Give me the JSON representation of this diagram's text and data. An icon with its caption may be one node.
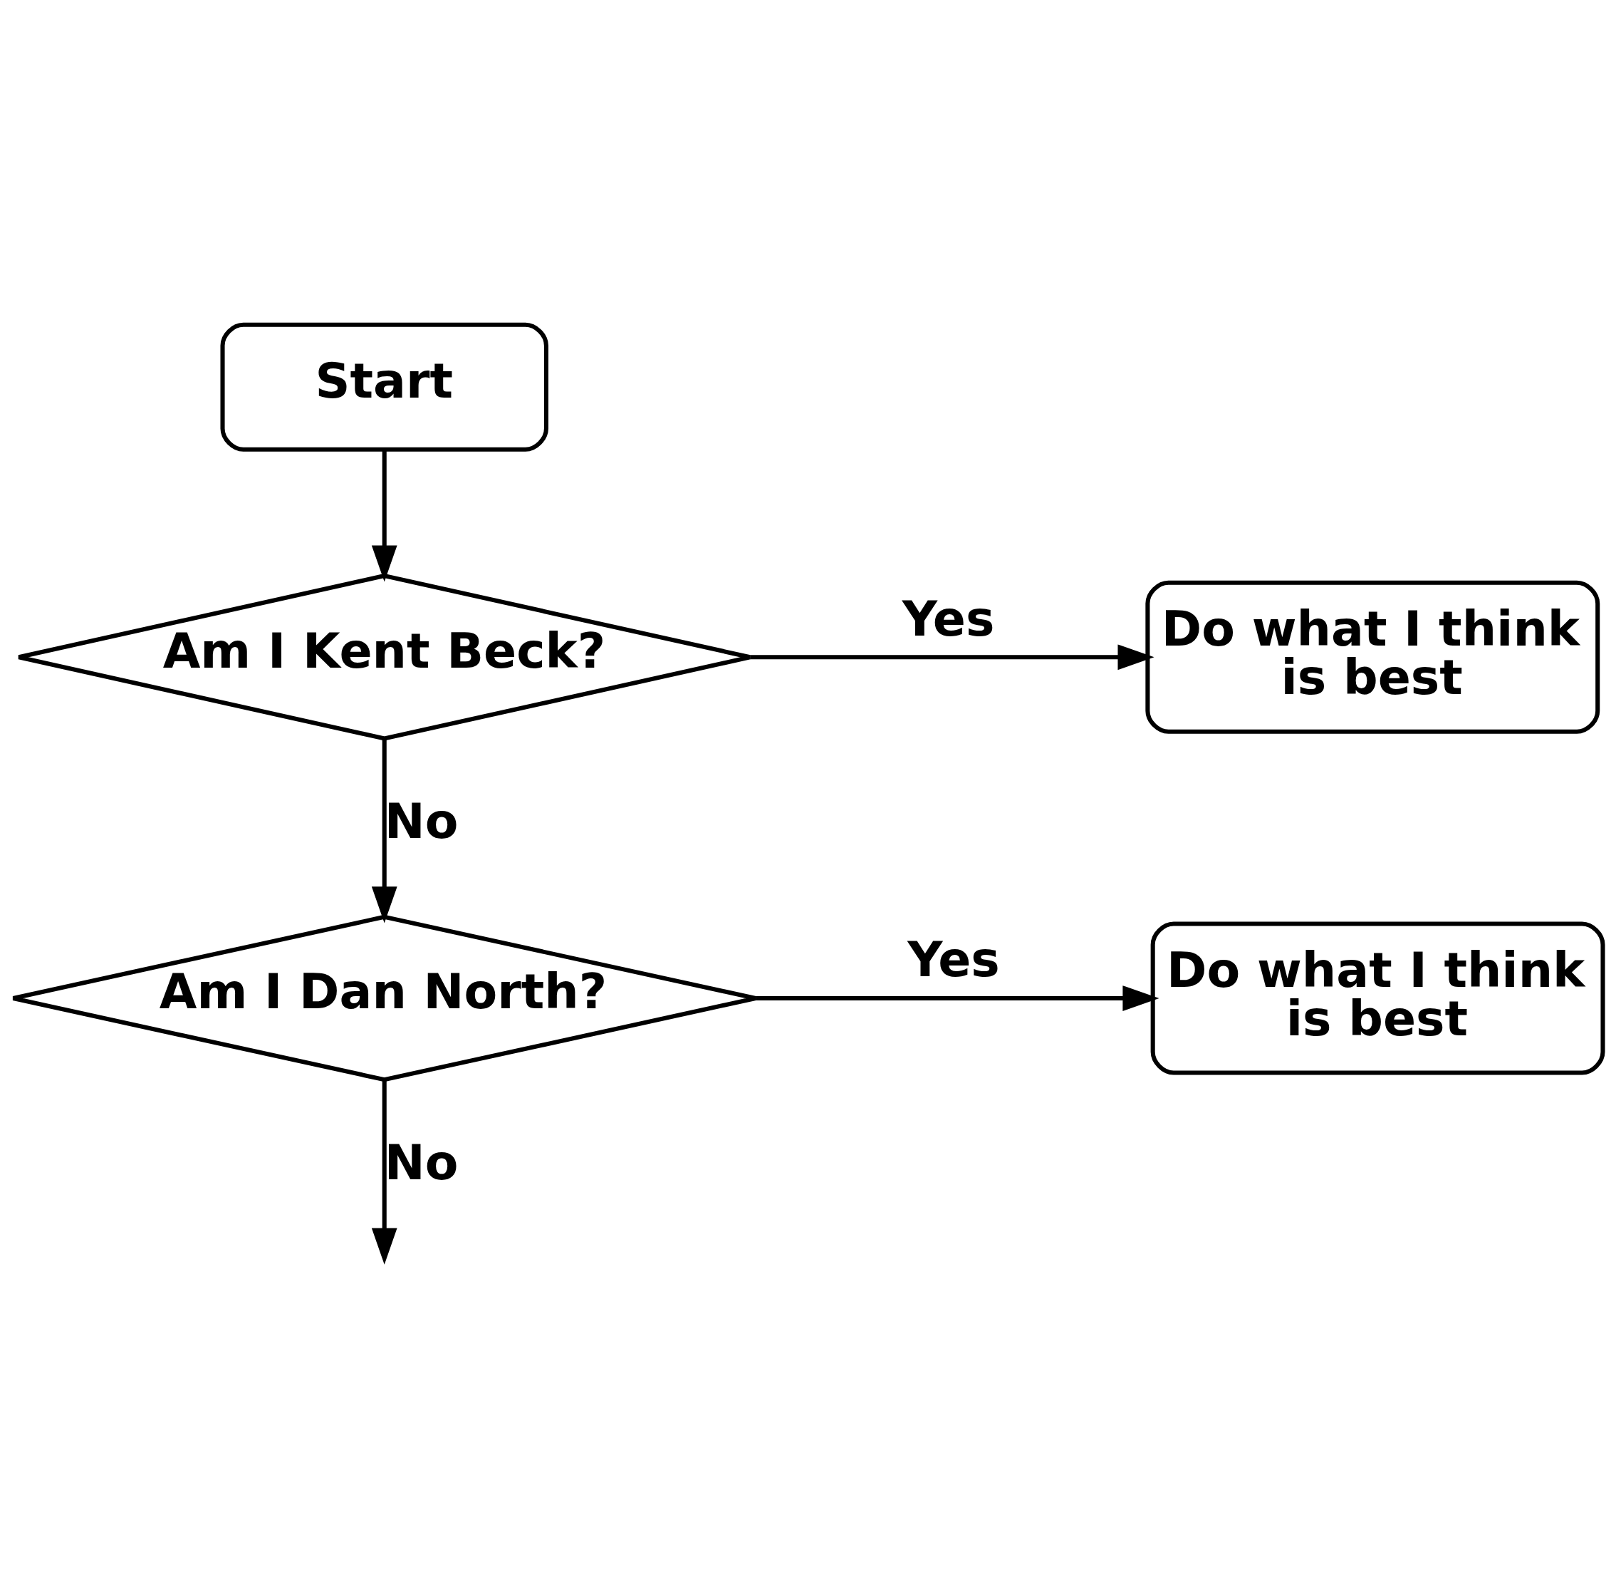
{
  "diagram": {
    "nodes": [
      {
        "text": [
          "Start"
        ]
      },
      {
        "text": [
          "Am I Kent Beck?"
        ]
      },
      {
        "text": [
          "Do what I think is best"
        ]
      },
      {
        "text": [
          "Am I Dan North?"
        ]
      },
      {
        "text": [
          "Do what I think is best"
        ]
      }
    ],
    "edges": [
      {
        "from": 0,
        "to": 1,
        "arrow": "to"
      },
      {
        "from": 1,
        "to": 2,
        "arrow": "to",
        "label": "Yes"
      },
      {
        "from": 1,
        "to": 3,
        "arrow": "to",
        "label": "No"
      },
      {
        "from": 3,
        "to": 4,
        "arrow": "to",
        "label": "Yes"
      },
      {
        "from": 3,
        "to": null,
        "arrow": "to",
        "label": "No"
      }
    ]
  }
}
